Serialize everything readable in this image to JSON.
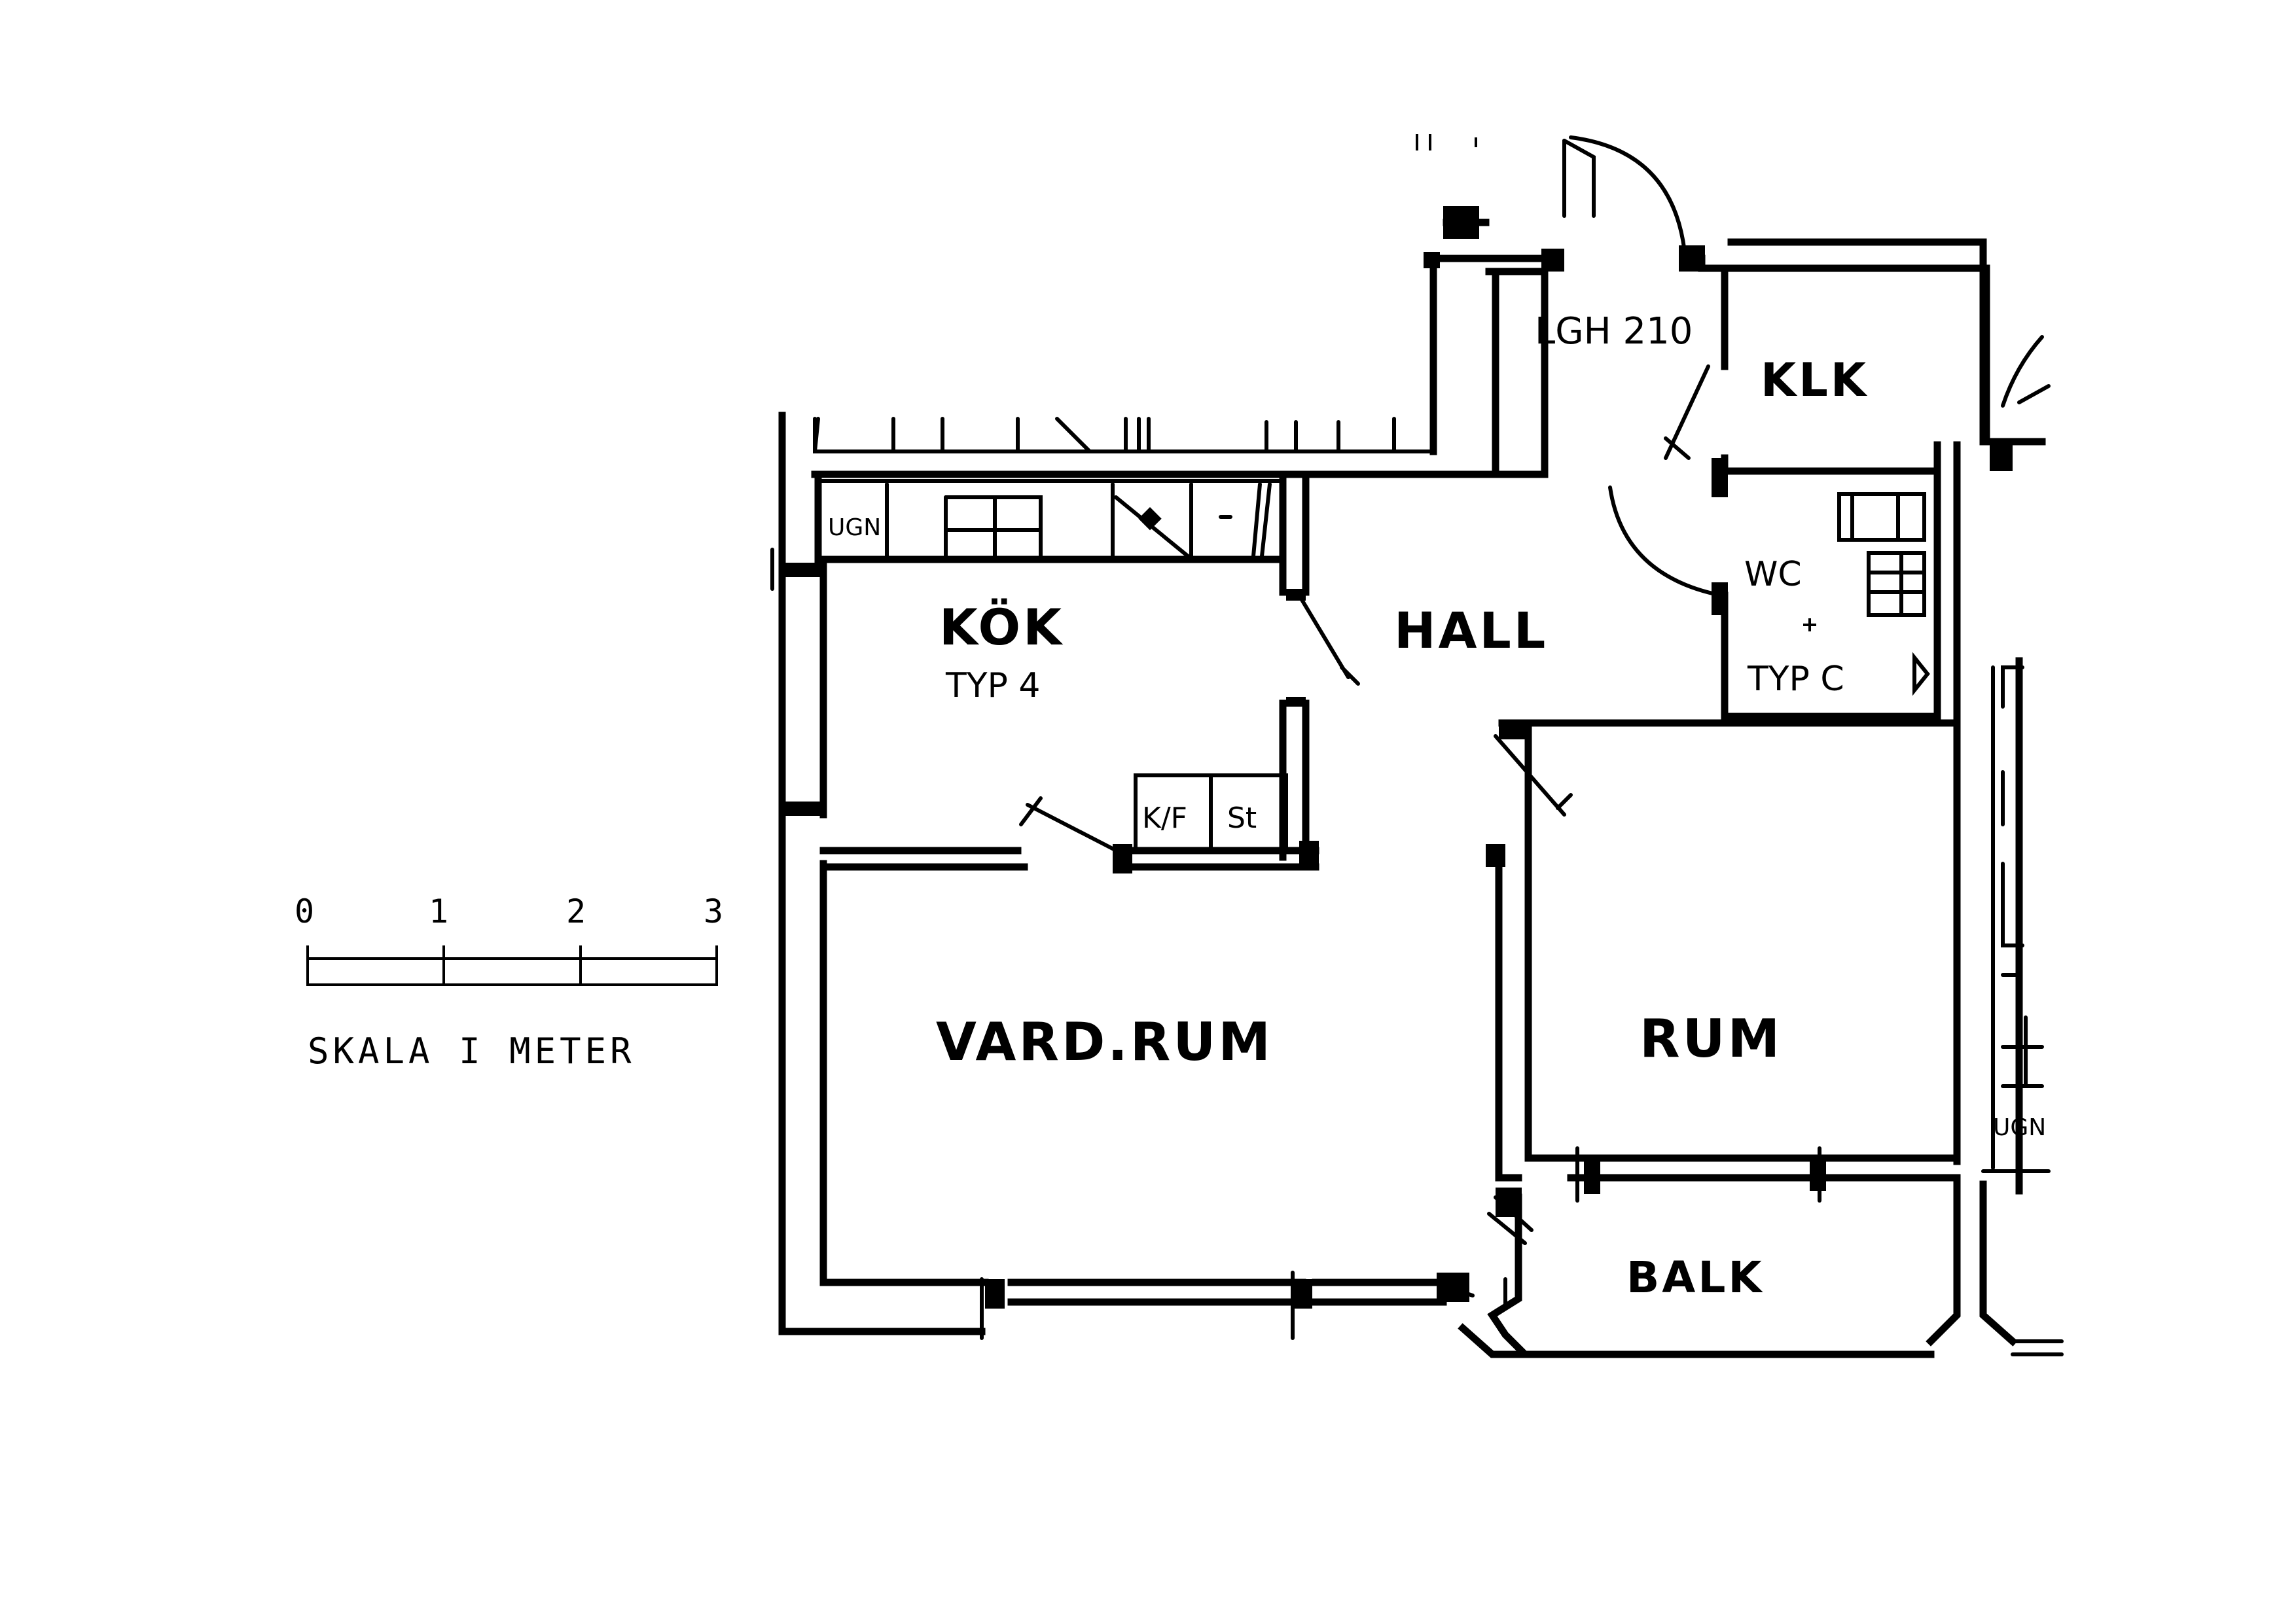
{
  "apartment_label": "LGH 210",
  "rooms": {
    "kok": "KÖK",
    "kok_type": "TYP 4",
    "hall": "HALL",
    "klk": "KLK",
    "wc": "WC",
    "wc_type": "TYP C",
    "vardrum": "VARD.RUM",
    "rum": "RUM",
    "balk": "BALK"
  },
  "fixtures": {
    "oven_left": "UGN",
    "fridge": "K/F",
    "storage": "St",
    "oven_right": "UGN"
  },
  "scale": {
    "ticks": [
      "0",
      "1",
      "2",
      "3"
    ],
    "caption": "SKALA I METER"
  }
}
